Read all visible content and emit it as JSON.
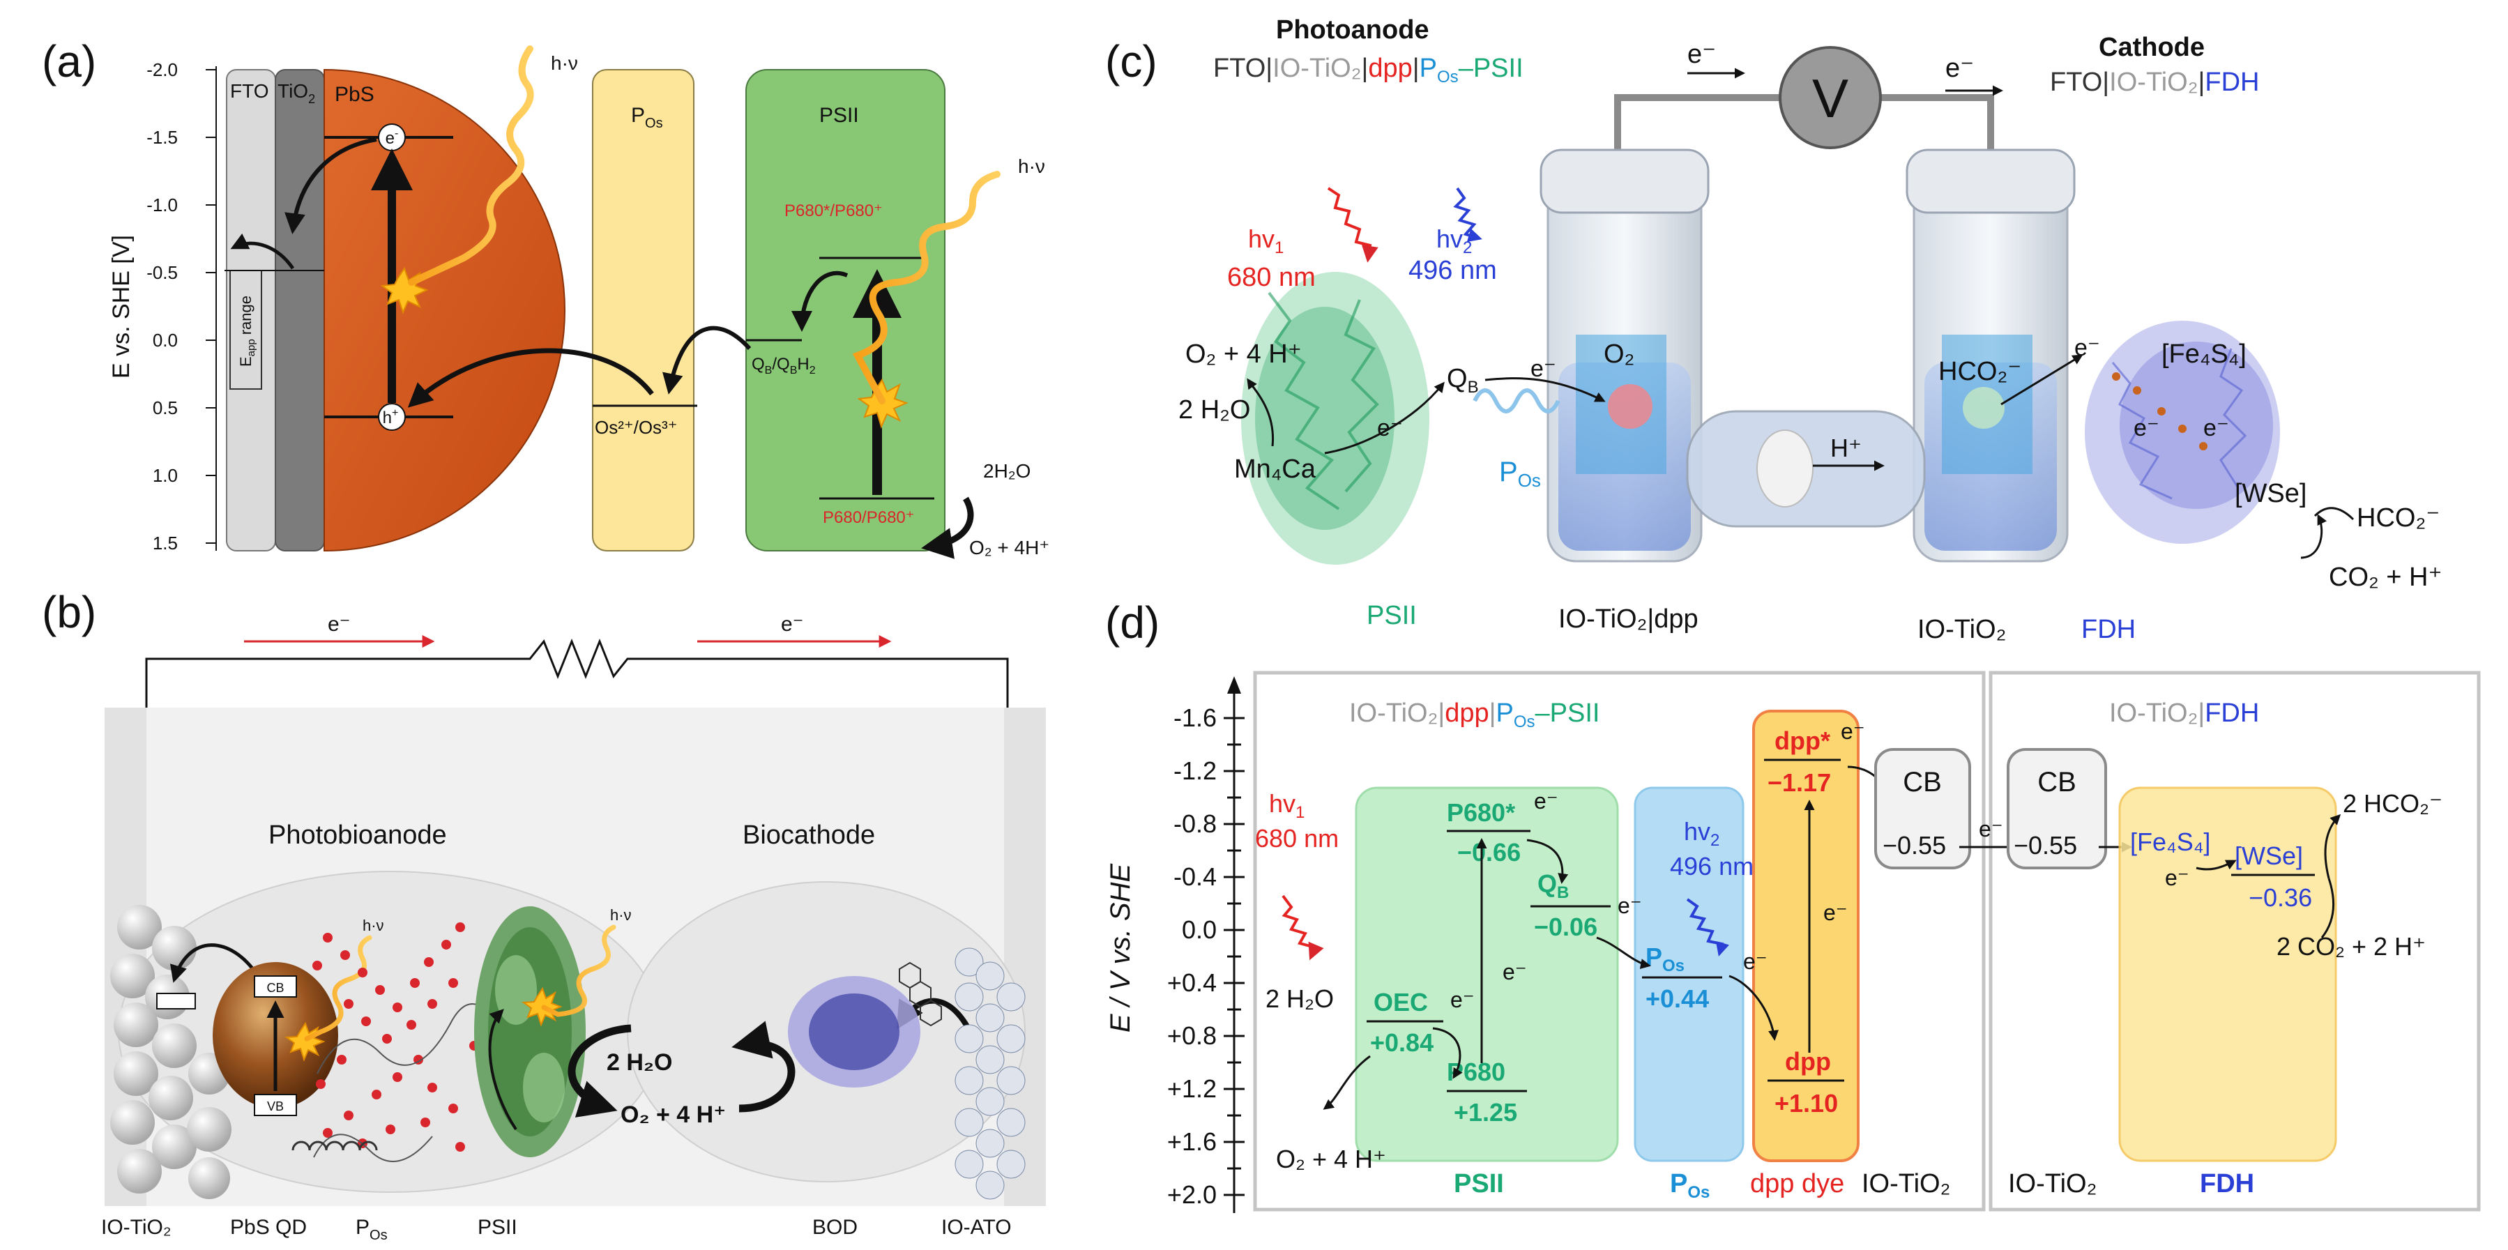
{
  "panel_a": {
    "label": "(a)",
    "y_axis_label": "E vs. SHE [V]",
    "y_ticks": [
      "-2.0",
      "-1.5",
      "-1.0",
      "-0.5",
      "0.0",
      "0.5",
      "1.0",
      "1.5"
    ],
    "fto": "FTO",
    "tio2": "TiO",
    "tio2_sub": "2",
    "pbs": "PbS",
    "pos": "P",
    "pos_sub": "Os",
    "psii": "PSII",
    "e_minus": "e",
    "h_plus": "h",
    "hv": "h·ν",
    "eapp": "E",
    "eapp_sub": "app",
    "eapp_range": "range",
    "os_couple": "Os²⁺/Os³⁺",
    "qb_couple": "Q",
    "qb_sub": "B",
    "qb_couple2": "/Q",
    "qb_sub2": "B",
    "qb_h2": "H",
    "qb_h2sub": "2",
    "p680_star": "P680*/P680⁺",
    "p680": "P680/P680⁺",
    "water": "2H₂O",
    "o2": "O₂ + 4H⁺"
  },
  "panel_b": {
    "label": "(b)",
    "e_left": "e⁻",
    "e_right": "e⁻",
    "photobioanode": "Photobioanode",
    "biocathode": "Biocathode",
    "water": "2 H₂O",
    "o2": "O₂ + 4 H⁺",
    "cb": "CB",
    "vb": "VB",
    "hv1": "h·ν",
    "hv2": "h·ν",
    "labels": [
      "IO-TiO₂",
      "PbS QD",
      "P",
      "PSII",
      "BOD",
      "IO-ATO"
    ],
    "pos_sub": "Os"
  },
  "panel_c": {
    "label": "(c)",
    "photoanode_title": "Photoanode",
    "photoanode_formula": [
      "FTO|",
      "IO-TiO₂",
      "|",
      "dpp",
      "|",
      "P",
      "Os",
      "–PSII"
    ],
    "cathode_title": "Cathode",
    "cathode_formula": [
      "FTO|",
      "IO-TiO₂",
      "|",
      "FDH"
    ],
    "v": "V",
    "e1": "e⁻",
    "e2": "e⁻",
    "hv1": "hv",
    "hv1_sub": "1",
    "hv1_nm": "680 nm",
    "hv2": "hv",
    "hv2_sub": "2",
    "hv2_nm": "496 nm",
    "o2_4h": "O₂ + 4 H⁺",
    "water": "2 H₂O",
    "mn4ca": "Mn₄Ca",
    "e_mn": "e⁻",
    "qb": "Q",
    "qb_sub": "B",
    "e_qb": "e⁻",
    "o2": "O₂",
    "pos": "P",
    "pos_sub": "Os",
    "hplus": "H⁺",
    "hco2": "HCO₂⁻",
    "e_fdh1": "e⁻",
    "fe4s4": "[Fe₄S₄]",
    "e_fdh2": "e⁻",
    "e_fdh3": "e⁻",
    "wse": "[WSe]",
    "hco2_out": "HCO₂⁻",
    "co2": "CO₂ + H⁺",
    "bottom_labels": [
      "PSII",
      "IO-TiO₂|dpp",
      "IO-TiO₂",
      "FDH"
    ]
  },
  "panel_d": {
    "label": "(d)",
    "y_axis_label": "E / V vs. SHE",
    "y_ticks": [
      "-1.6",
      "-1.2",
      "-0.8",
      "-0.4",
      "0.0",
      "+0.4",
      "+0.8",
      "+1.2",
      "+1.6",
      "+2.0"
    ],
    "left_title": [
      "IO-TiO₂|",
      "dpp",
      "|",
      "P",
      "Os",
      "–PSII"
    ],
    "right_title": [
      "IO-TiO₂|",
      "FDH"
    ],
    "hv1": "hv",
    "hv1_sub": "1",
    "hv1_nm": "680 nm",
    "hv2": "hv",
    "hv2_sub": "2",
    "hv2_nm": "496 nm",
    "water": "2 H₂O",
    "o2": "O₂ + 4 H⁺",
    "oec": "OEC",
    "oec_val": "+0.84",
    "p680": "P680",
    "p680_val": "+1.25",
    "p680s": "P680*",
    "p680s_val": "−0.66",
    "qb": "Q",
    "qb_sub": "B",
    "qb_val": "−0.06",
    "pos": "P",
    "pos_sub": "Os",
    "pos_val": "+0.44",
    "dpps": "dpp*",
    "dpps_val": "−1.17",
    "dpp": "dpp",
    "dpp_val": "+1.10",
    "cb": "CB",
    "cb_val": "−0.55",
    "fe4s4": "[Fe₄S₄]",
    "wse": "[WSe]",
    "wse_val": "−0.36",
    "hco2": "2 HCO₂⁻",
    "co2": "2 CO₂ + 2 H⁺",
    "em": "e⁻",
    "bottom": [
      "PSII",
      "P",
      "Os",
      "dpp dye",
      "IO-TiO₂",
      "IO-TiO₂",
      "FDH"
    ]
  }
}
